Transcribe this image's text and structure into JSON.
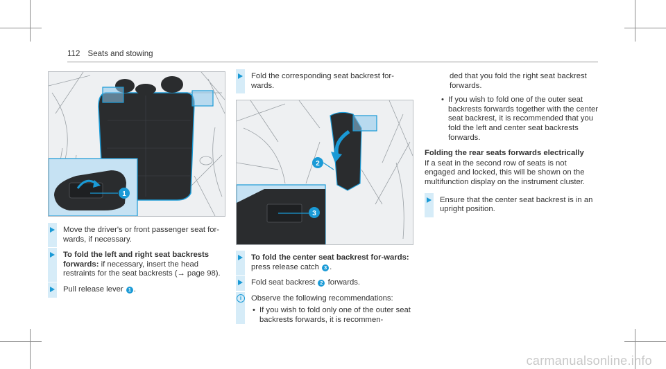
{
  "header": {
    "page_number": "112",
    "section_title": "Seats and stowing"
  },
  "left_column": {
    "steps": [
      {
        "text": "Move the driver's or front passenger seat for-wards, if necessary."
      },
      {
        "title": "To fold the left and right seat backrests forwards:",
        "text": " if necessary, insert the head restraints for the seat backrests (→ page 98)."
      },
      {
        "text": "Pull release lever",
        "badge": "1",
        "suffix": "."
      }
    ]
  },
  "middle_column": {
    "step_top": "Fold the corresponding seat backrest for-wards.",
    "steps": [
      {
        "title": "To fold the center seat backrest for-wards:",
        "text": " press release catch",
        "badge": "3",
        "suffix": "."
      },
      {
        "text": "Fold seat backrest",
        "badge": "2",
        "suffix": " forwards."
      }
    ],
    "note": "Observe the following recommendations:",
    "bullets": [
      "If you wish to fold only one of the outer seat backrests forwards, it is recommen-"
    ]
  },
  "right_column": {
    "continued": "ded that you fold the right seat backrest forwards.",
    "bullets": [
      "If you wish to fold one of the outer seat backrests forwards together with the center seat backrest, it is recommended that you fold the left and center seat backrests forwards."
    ],
    "subheading": "Folding the rear seats forwards electrically",
    "paragraph": "If a seat in the second row of seats is not engaged and locked, this will be shown on the multifunction display on the instrument cluster.",
    "step": "Ensure that the center seat backrest is in an upright position."
  },
  "figures": {
    "left_callouts": [
      "1"
    ],
    "middle_callouts": [
      "2",
      "3"
    ]
  },
  "footer": {
    "watermark": "carmanualsonline.info"
  },
  "colors": {
    "accent": "#1a9ad6",
    "highlight": "#d6ecf8",
    "seat": "#2a2c2e"
  }
}
